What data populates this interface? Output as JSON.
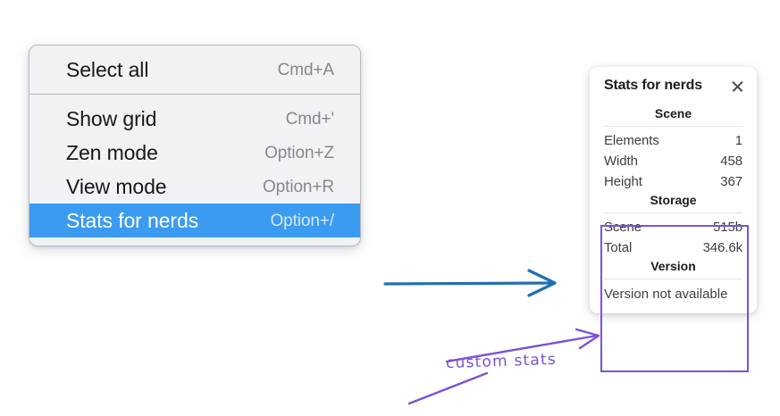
{
  "menu": {
    "groups": [
      {
        "items": [
          {
            "label": "Select all",
            "shortcut": "Cmd+A",
            "selected": false
          }
        ]
      },
      {
        "items": [
          {
            "label": "Show grid",
            "shortcut": "Cmd+'",
            "selected": false
          },
          {
            "label": "Zen mode",
            "shortcut": "Option+Z",
            "selected": false
          },
          {
            "label": "View mode",
            "shortcut": "Option+R",
            "selected": false
          },
          {
            "label": "Stats for nerds",
            "shortcut": "Option+/",
            "selected": true
          }
        ]
      }
    ],
    "highlight_color": "#3b9bf0"
  },
  "stats_panel": {
    "title": "Stats for nerds",
    "close_icon": "close-icon",
    "sections": [
      {
        "heading": "Scene",
        "rows": [
          {
            "key": "Elements",
            "value": "1"
          },
          {
            "key": "Width",
            "value": "458"
          },
          {
            "key": "Height",
            "value": "367"
          }
        ]
      },
      {
        "heading": "Storage",
        "rows": [
          {
            "key": "Scene",
            "value": "515b"
          },
          {
            "key": "Total",
            "value": "346.6k"
          }
        ]
      },
      {
        "heading": "Version",
        "single": "Version not available"
      }
    ]
  },
  "annotations": {
    "label": "custom stats",
    "ink_color": "#7b52d8",
    "arrow_color": "#1f6fb5"
  }
}
